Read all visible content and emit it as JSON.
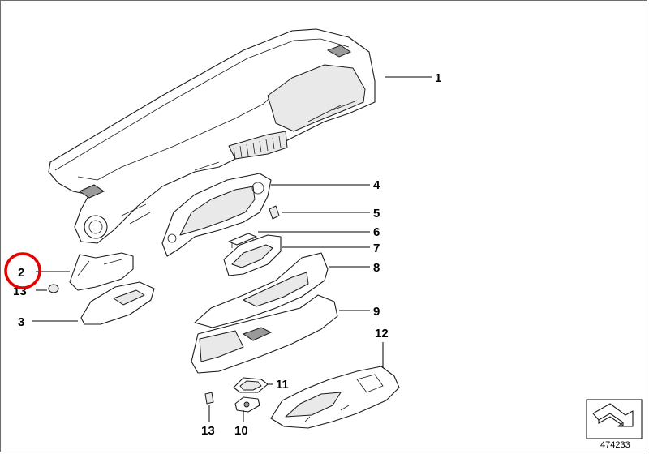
{
  "diagram": {
    "reference_number": "474233",
    "highlight_color": "#e60000",
    "highlighted_callout": "2",
    "callouts": [
      {
        "id": "c1",
        "label": "1"
      },
      {
        "id": "c2",
        "label": "2"
      },
      {
        "id": "c3",
        "label": "3"
      },
      {
        "id": "c4",
        "label": "4"
      },
      {
        "id": "c5",
        "label": "5"
      },
      {
        "id": "c6",
        "label": "6"
      },
      {
        "id": "c7",
        "label": "7"
      },
      {
        "id": "c8",
        "label": "8"
      },
      {
        "id": "c9",
        "label": "9"
      },
      {
        "id": "c10",
        "label": "10"
      },
      {
        "id": "c11",
        "label": "11"
      },
      {
        "id": "c12",
        "label": "12"
      },
      {
        "id": "c13a",
        "label": "13"
      },
      {
        "id": "c13b",
        "label": "13"
      }
    ]
  }
}
